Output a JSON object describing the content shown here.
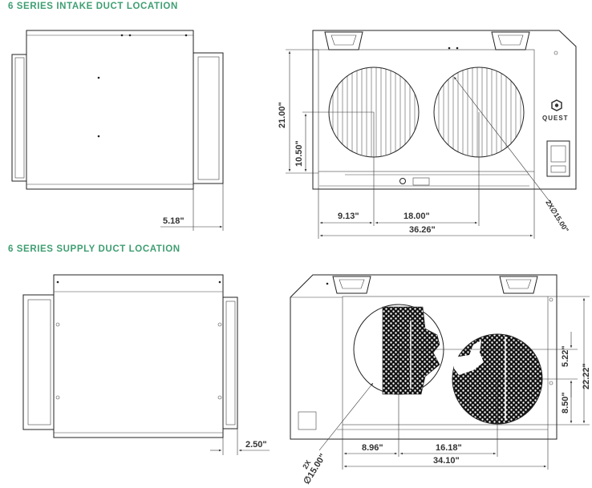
{
  "headings": {
    "intake": "6 SERIES INTAKE DUCT LOCATION",
    "supply": "6 SERIES SUPPLY DUCT LOCATION"
  },
  "intake": {
    "side_offset": "5.18\"",
    "height": "21.00\"",
    "center_height": "10.50\"",
    "left_offset": "9.13\"",
    "spacing": "18.00\"",
    "width": "36.26\"",
    "diameter": "2X∅15.00\"",
    "brand": "QUEST"
  },
  "supply": {
    "side_offset": "2.50\"",
    "offset_v1": "5.22\"",
    "height": "22.22\"",
    "offset_v2": "8.50\"",
    "left_offset": "8.96\"",
    "spacing": "16.18\"",
    "width": "34.10\"",
    "diameter_count": "2X",
    "diameter": "∅15.00\""
  },
  "colors": {
    "heading": "#3f9e72",
    "line": "#222222",
    "text": "#333333"
  }
}
